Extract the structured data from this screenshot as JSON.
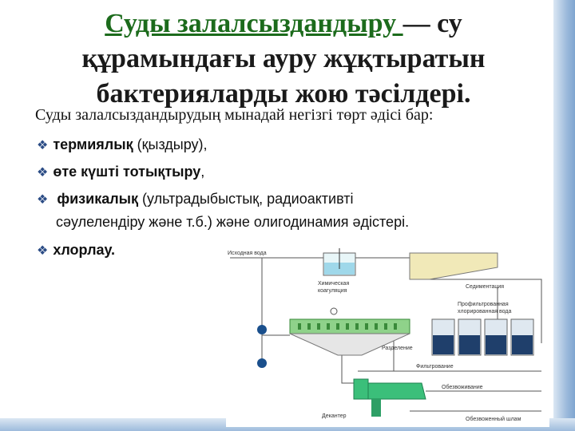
{
  "title": {
    "link": "Суды залалсыздандыру ",
    "dash": "— су",
    "line2": "құрамындағы ауру жұқтыратын",
    "line3": "бактерияларды жою тәсілдері."
  },
  "intro": "Суды залалсыздандырудың мынадай негізгі төрт әдісі бар:",
  "bullets": [
    {
      "bold": "термиялық",
      "rest": " (қыздыру),"
    },
    {
      "bold": "өте күшті тотықтыру",
      "rest": ","
    },
    {
      "bold": "физикалық",
      "rest": " (ультрадыбыстық, радиоактивті"
    },
    {
      "bold": "хлорлау.",
      "rest": ""
    }
  ],
  "bullet3_cont": "сәулелендіру және т.б.) және олигодинамия әдістері.",
  "diagram": {
    "source_water": "Исходная вода",
    "chemical_coag_1": "Химическая",
    "chemical_coag_2": "коагуляция",
    "sedimentation": "Седиментация",
    "filtered_1": "Профильтрованная",
    "filtered_2": "хлорированная вода",
    "separation": "Разделение",
    "filtration": "Фильтрование",
    "dewatering": "Обезвоживание",
    "decanter": "Декантер",
    "sludge": "Обезвоженный шлам"
  },
  "colors": {
    "title_link": "#1c6b1c",
    "bullet_marker": "#2b4c85",
    "equipment_green": "#3bbf7a",
    "tank_water": "#9fd8ea"
  }
}
